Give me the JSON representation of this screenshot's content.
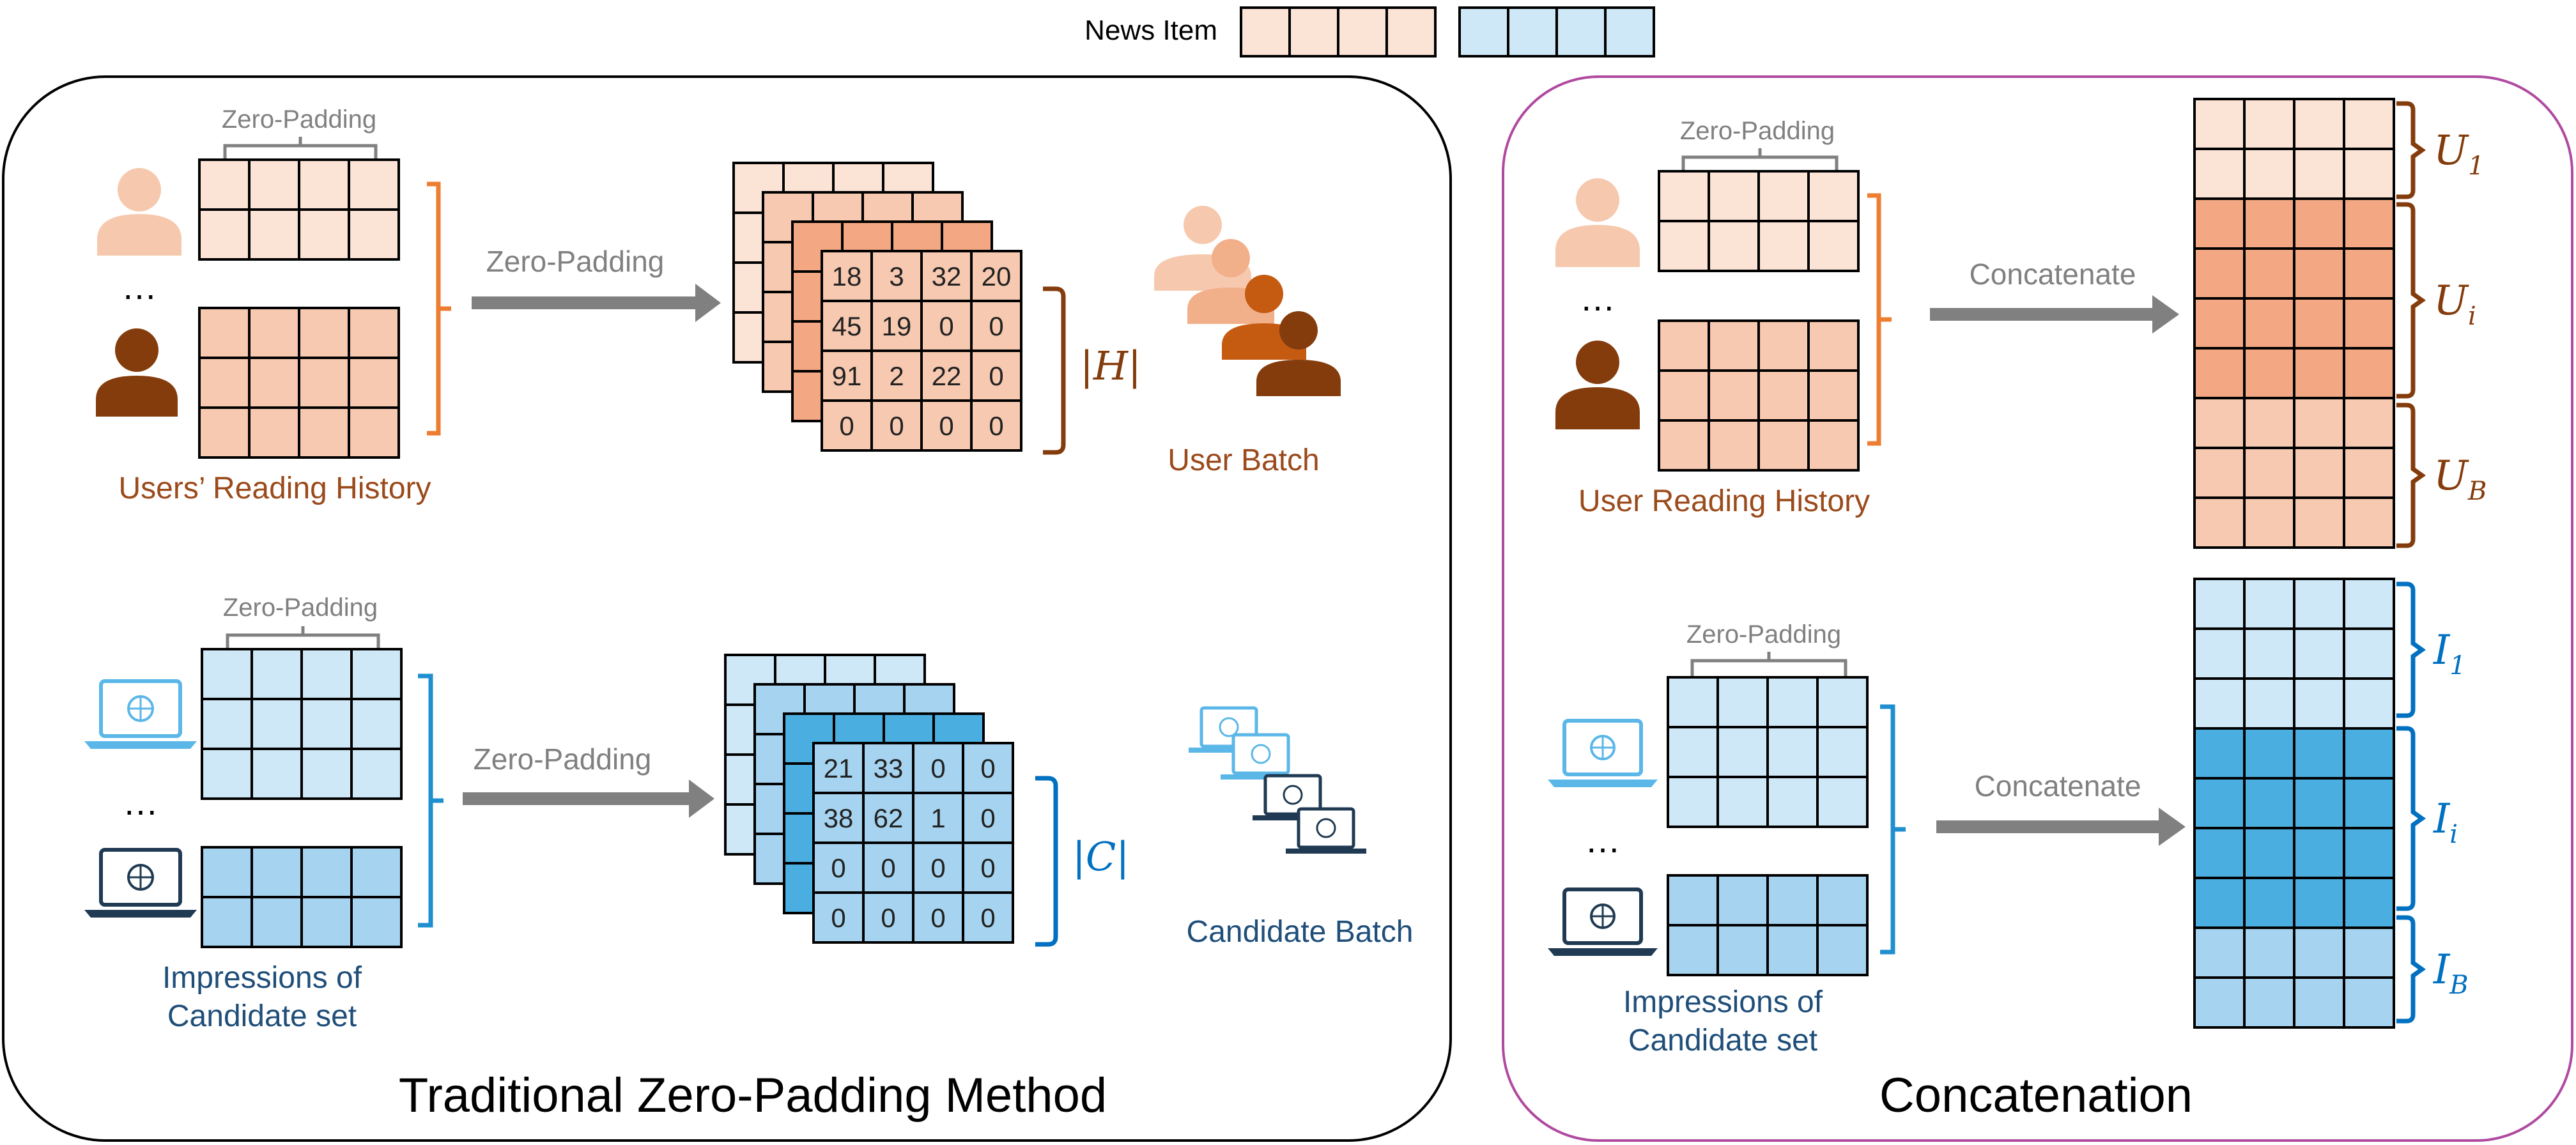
{
  "legend": {
    "label": "News Item"
  },
  "colors": {
    "u_light": "#fbe3d6",
    "u_mid": "#f7c9b0",
    "u_dark": "#f3a883",
    "u_text": "#9b4a1b",
    "u_bracket": "#ed7d31",
    "u_brace": "#843c0c",
    "u_person_light": "#f6c9ae",
    "u_person_mid": "#f2b08a",
    "u_person_orange": "#c55a11",
    "u_person_dark": "#843c0c",
    "i_light": "#cfe8f7",
    "i_mid": "#a6d4f0",
    "i_dark": "#4aaee0",
    "i_text": "#1f4e79",
    "i_bracket": "#1f8fcf",
    "i_brace": "#0070c0",
    "i_laptop_light": "#5bb7e8",
    "i_laptop_dark": "#1f3a52",
    "arrow": "#808080",
    "padding_brace": "#808080",
    "padding_text": "#808080",
    "left_border": "#000000",
    "right_border": "#b04aa0"
  },
  "left_panel": {
    "title": "Traditional Zero-Padding Method",
    "user_section": {
      "padding_label": "Zero-Padding",
      "ellipsis": "…",
      "caption": "Users’ Reading History",
      "arrow_label": "Zero-Padding",
      "stack_front_cells": [
        "18",
        "3",
        "32",
        "20",
        "45",
        "19",
        "0",
        "0",
        "91",
        "2",
        "22",
        "0",
        "0",
        "0",
        "0",
        "0"
      ],
      "size_label": "|H|",
      "batch_caption": "User Batch"
    },
    "candidate_section": {
      "padding_label": "Zero-Padding",
      "ellipsis": "…",
      "caption_line1": "Impressions of",
      "caption_line2": "Candidate set",
      "arrow_label": "Zero-Padding",
      "stack_front_cells": [
        "21",
        "33",
        "0",
        "0",
        "38",
        "62",
        "1",
        "0",
        "0",
        "0",
        "0",
        "0",
        "0",
        "0",
        "0",
        "0"
      ],
      "size_label": "|C|",
      "batch_caption": "Candidate Batch"
    }
  },
  "right_panel": {
    "title": "Concatenation",
    "user_section": {
      "padding_label": "Zero-Padding",
      "ellipsis": "…",
      "caption": "User Reading History",
      "arrow_label": "Concatenate",
      "groups": [
        {
          "base": "U",
          "sub": "1"
        },
        {
          "base": "U",
          "sub": "i"
        },
        {
          "base": "U",
          "sub": "B"
        }
      ]
    },
    "candidate_section": {
      "padding_label": "Zero-Padding",
      "ellipsis": "…",
      "caption_line1": "Impressions of",
      "caption_line2": "Candidate set",
      "arrow_label": "Concatenate",
      "groups": [
        {
          "base": "I",
          "sub": "1"
        },
        {
          "base": "I",
          "sub": "i"
        },
        {
          "base": "I",
          "sub": "B"
        }
      ]
    }
  }
}
